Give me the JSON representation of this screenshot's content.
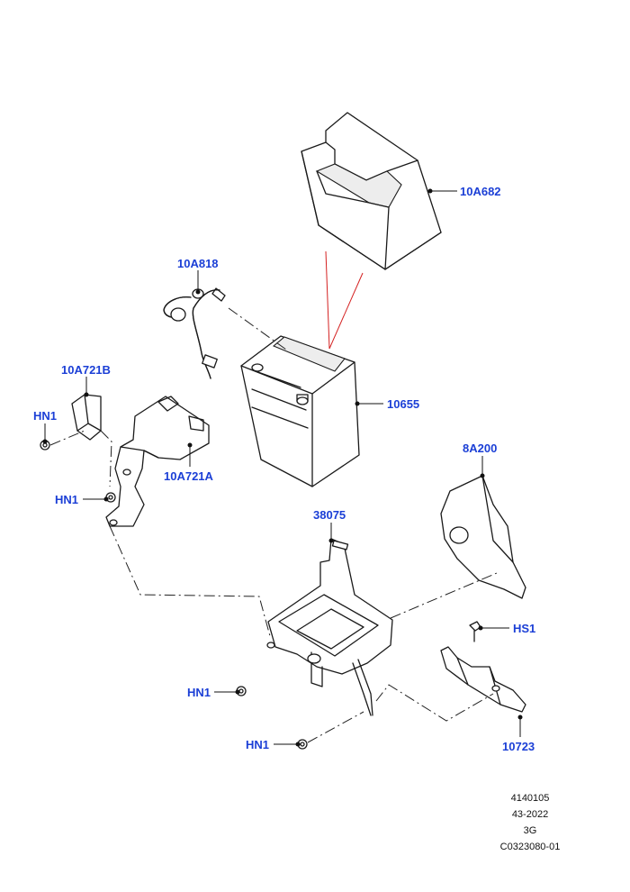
{
  "callouts": {
    "c_10A682": "10A682",
    "c_10A818": "10A818",
    "c_10A721B": "10A721B",
    "c_HN1_a": "HN1",
    "c_10655": "10655",
    "c_8A200": "8A200",
    "c_10A721A": "10A721A",
    "c_HN1_b": "HN1",
    "c_38075": "38075",
    "c_HS1": "HS1",
    "c_HN1_c": "HN1",
    "c_HN1_d": "HN1",
    "c_10723": "10723"
  },
  "meta": {
    "code": "4140105",
    "date": "43-2022",
    "variant": "3G",
    "illustration_id": "C0323080-01"
  },
  "colors": {
    "callout": "#1b3fd6",
    "line": "#1a1a1a",
    "red_guide": "#d42020"
  }
}
